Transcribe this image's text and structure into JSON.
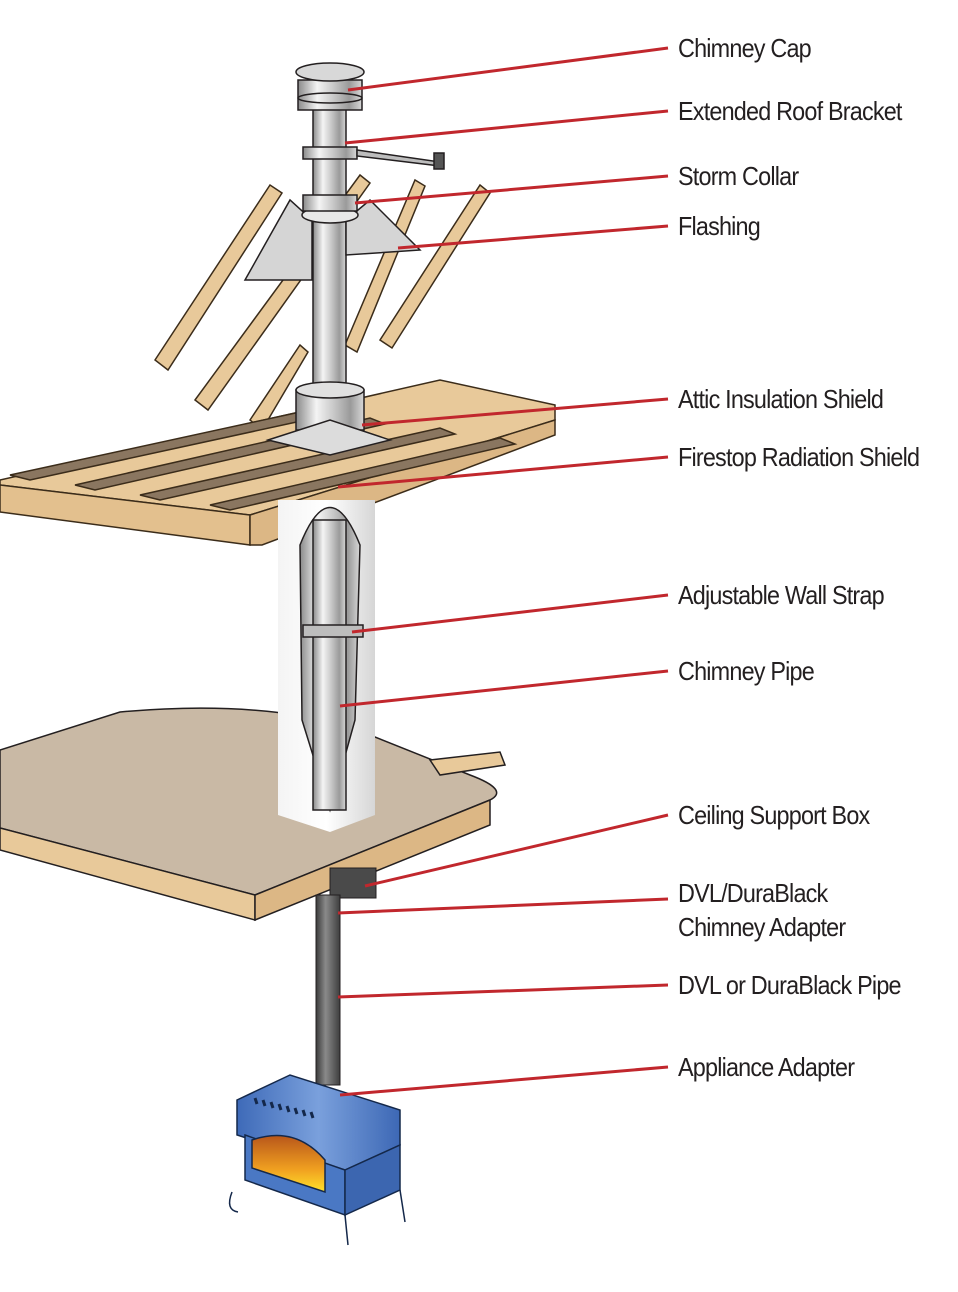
{
  "diagram": {
    "title": "Chimney installation through attic and ceiling",
    "colors": {
      "leader_line": "#c1272d",
      "label_text": "#231f20",
      "wood": "#e8c99a",
      "wood_dark": "#8a7660",
      "ceiling_board": "#c9b9a5",
      "stove_blue": "#4a78c4",
      "fire_orange": "#e0821e",
      "fire_yellow": "#ffd21e",
      "steel": "#c8c8c8",
      "black_pipe": "#5a5a5a"
    },
    "labels": [
      {
        "id": "chimney-cap",
        "text": "Chimney Cap"
      },
      {
        "id": "extended-roof-bracket",
        "text": "Extended Roof Bracket"
      },
      {
        "id": "storm-collar",
        "text": "Storm Collar"
      },
      {
        "id": "flashing",
        "text": "Flashing"
      },
      {
        "id": "attic-insulation-shield",
        "text": "Attic Insulation Shield"
      },
      {
        "id": "firestop-radiation-shield",
        "text": "Firestop Radiation Shield"
      },
      {
        "id": "adjustable-wall-strap",
        "text": "Adjustable Wall Strap"
      },
      {
        "id": "chimney-pipe",
        "text": "Chimney Pipe"
      },
      {
        "id": "ceiling-support-box",
        "text": "Ceiling Support Box"
      },
      {
        "id": "chimney-adapter",
        "text": "DVL/DuraBlack",
        "text2": "Chimney Adapter"
      },
      {
        "id": "durablack-pipe",
        "text": "DVL or DuraBlack Pipe"
      },
      {
        "id": "appliance-adapter",
        "text": "Appliance Adapter"
      }
    ]
  }
}
